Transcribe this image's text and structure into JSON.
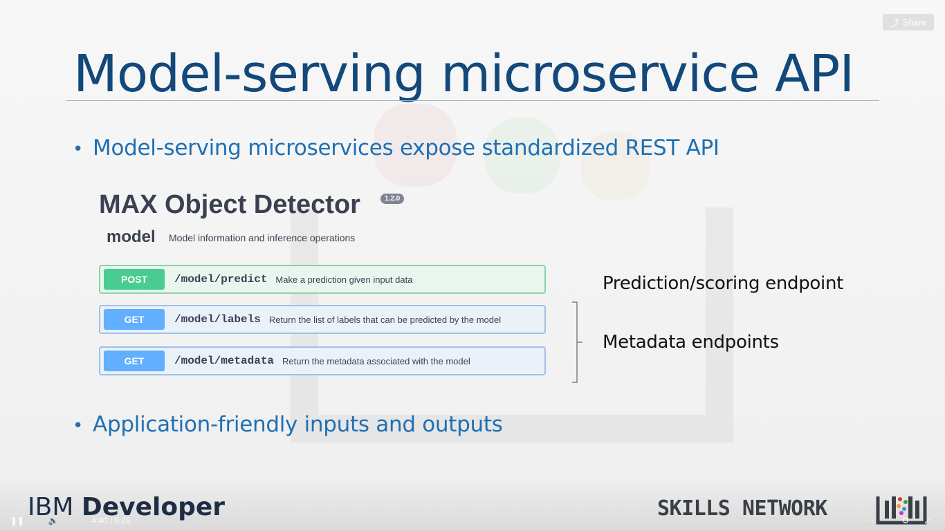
{
  "slide": {
    "title": "Model-serving microservice API",
    "bullets": [
      "Model-serving microservices expose standardized REST API",
      "Application-friendly inputs and outputs"
    ]
  },
  "swagger": {
    "title": "MAX Object Detector",
    "version": "1.2.0",
    "tag": "model",
    "tag_description": "Model information and inference operations",
    "operations": [
      {
        "method": "POST",
        "path": "/model/predict",
        "description": "Make a prediction given input data"
      },
      {
        "method": "GET",
        "path": "/model/labels",
        "description": "Return the list of labels that can be predicted by the model"
      },
      {
        "method": "GET",
        "path": "/model/metadata",
        "description": "Return the metadata associated with the model"
      }
    ]
  },
  "annotations": {
    "prediction": "Prediction/scoring endpoint",
    "metadata": "Metadata endpoints"
  },
  "footer": {
    "ibm_light": "IBM ",
    "ibm_bold": "Developer",
    "skills": "SKILLS NETWORK"
  },
  "player": {
    "share_label": "Share",
    "time": "4:40 / 5:25",
    "icons": [
      "share-icon",
      "pause-icon",
      "volume-icon",
      "captions-icon",
      "settings-icon",
      "fullscreen-icon"
    ]
  },
  "colors": {
    "title": "#13497a",
    "bullet": "#1f6fb3",
    "post": "#49cc90",
    "get": "#61affe"
  }
}
